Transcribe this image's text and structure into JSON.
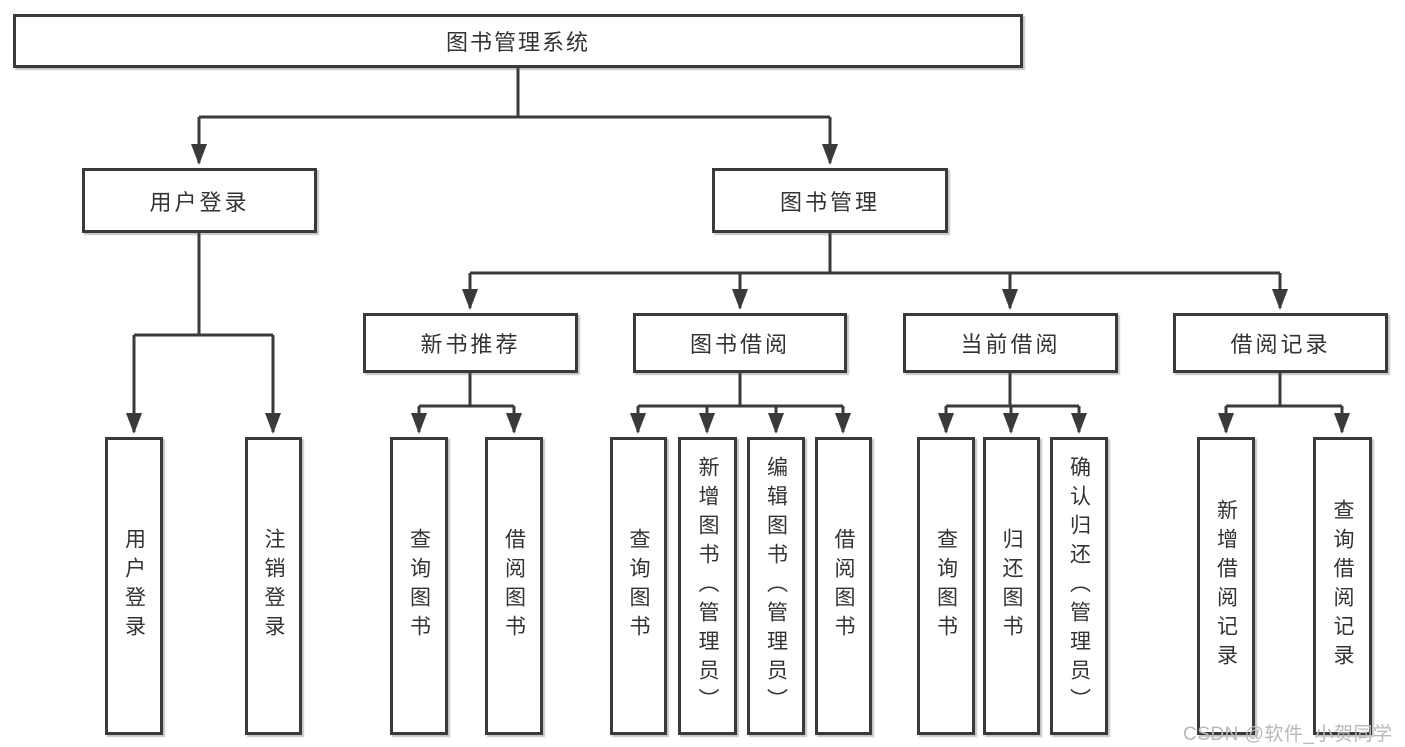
{
  "tree": {
    "root": "图书管理系统",
    "branches": [
      {
        "label": "用户登录",
        "children": [
          "用户登录",
          "注销登录"
        ]
      },
      {
        "label": "图书管理",
        "sections": [
          {
            "label": "新书推荐",
            "children": [
              "查询图书",
              "借阅图书"
            ]
          },
          {
            "label": "图书借阅",
            "children": [
              "查询图书",
              "新增图书（管理员）",
              "编辑图书（管理员）",
              "借阅图书"
            ]
          },
          {
            "label": "当前借阅",
            "children": [
              "查询图书",
              "归还图书",
              "确认归还（管理员）"
            ]
          },
          {
            "label": "借阅记录",
            "children": [
              "新增借阅记录",
              "查询借阅记录"
            ]
          }
        ]
      }
    ]
  },
  "watermark": {
    "text": "CSDN @软件_小贺同学"
  },
  "colors": {
    "line": "#3a3a3a",
    "text": "#333333",
    "watermark": "#b7b8bd",
    "background": "#ffffff"
  }
}
